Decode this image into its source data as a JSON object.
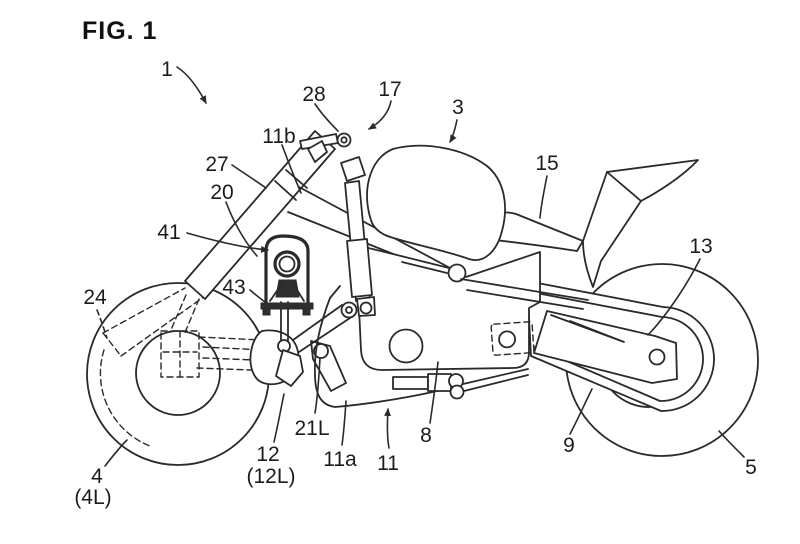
{
  "figure_caption": "FIG. 1",
  "drawing": {
    "background": "#ffffff",
    "line_color": "#2a2a2a",
    "type": "patent-line-drawing",
    "subject": "motorcycle side view with hub-center-steering front suspension"
  },
  "labels": {
    "ref_1": "1",
    "ref_3": "3",
    "ref_4": "4",
    "ref_4l": "(4L)",
    "ref_5": "5",
    "ref_8": "8",
    "ref_9": "9",
    "ref_11": "11",
    "ref_11a": "11a",
    "ref_11b": "11b",
    "ref_12": "12",
    "ref_12l": "(12L)",
    "ref_13": "13",
    "ref_15": "15",
    "ref_17": "17",
    "ref_20": "20",
    "ref_21l": "21L",
    "ref_24": "24",
    "ref_27": "27",
    "ref_28": "28",
    "ref_41": "41",
    "ref_43": "43"
  }
}
